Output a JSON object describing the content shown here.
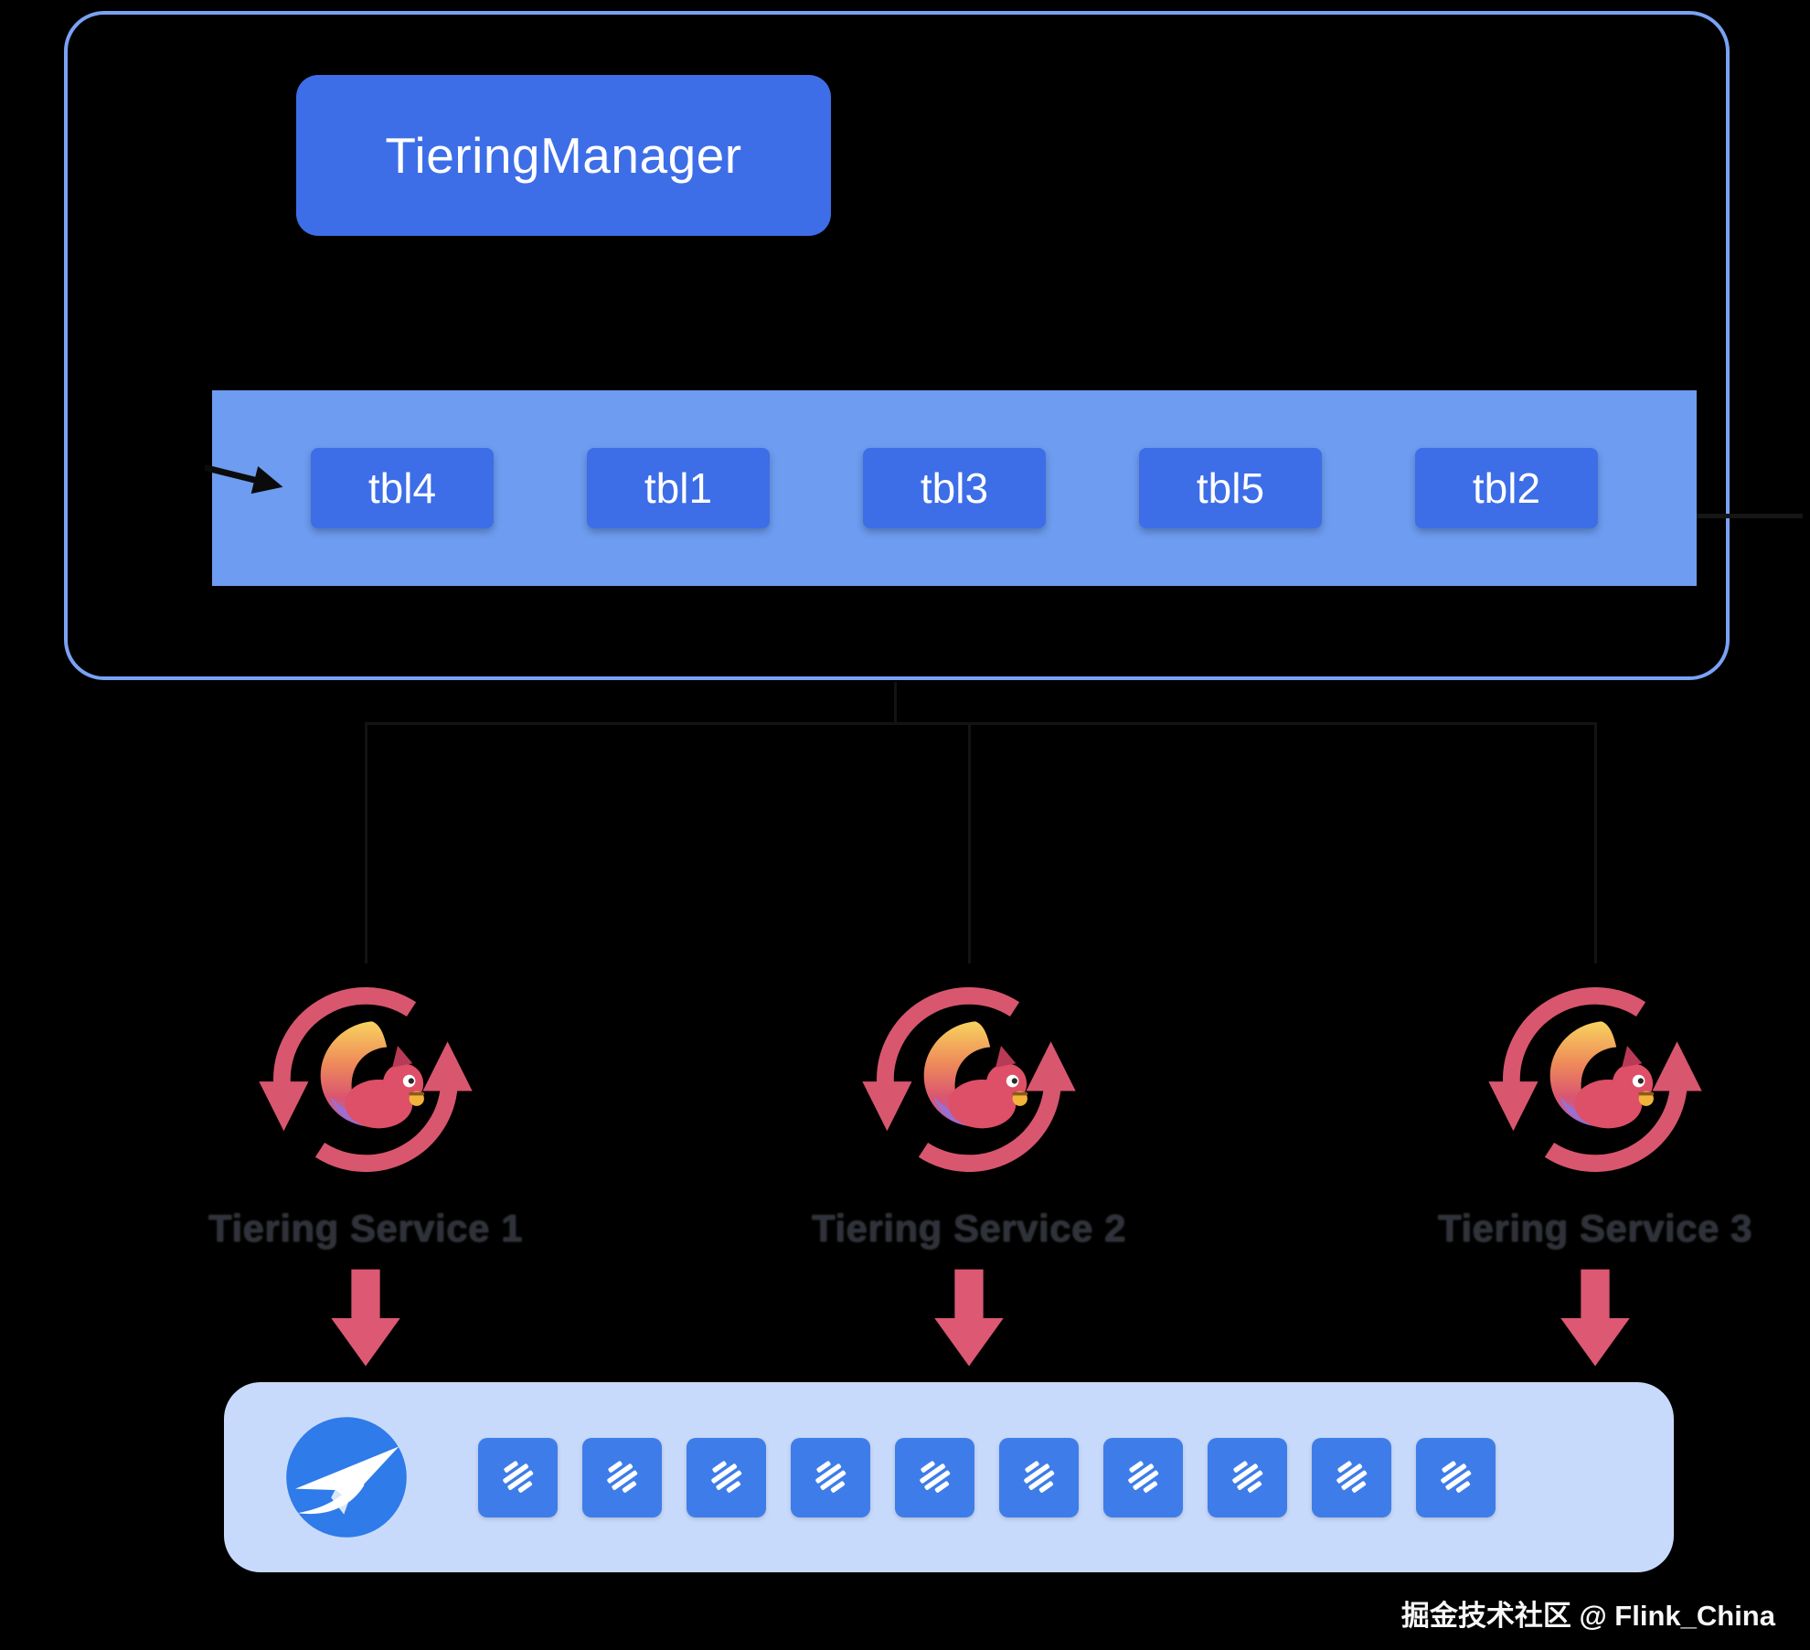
{
  "diagram": {
    "manager": {
      "title": "TieringManager"
    },
    "queue": {
      "tables": [
        "tbl4",
        "tbl1",
        "tbl3",
        "tbl5",
        "tbl2"
      ]
    },
    "services": [
      {
        "label": "Tiering Service 1"
      },
      {
        "label": "Tiering Service 2"
      },
      {
        "label": "Tiering Service 3"
      }
    ],
    "storage": {
      "bucket_count": 10
    },
    "watermark": "掘金技术社区 @ Flink_China",
    "icons": {
      "loop": "loop-arrows-icon",
      "squirrel": "flink-squirrel-icon",
      "down_arrow": "down-arrow-icon",
      "storage_logo": "fluss-logo-icon",
      "bucket": "layered-table-icon",
      "queue_input": "queue-input-arrow-icon"
    },
    "colors": {
      "background": "#000000",
      "box_border": "#7AA2F4",
      "accent_blue": "#3D6EE8",
      "queue_bar": "#6D9CF0",
      "service_pink": "#D9566F",
      "arrow_pink": "#DC5873",
      "storage_bg": "#C8DAFB",
      "bucket_blue": "#3E7DE9",
      "label_dark": "#2F323A",
      "text_white": "#FFFFFF"
    }
  }
}
